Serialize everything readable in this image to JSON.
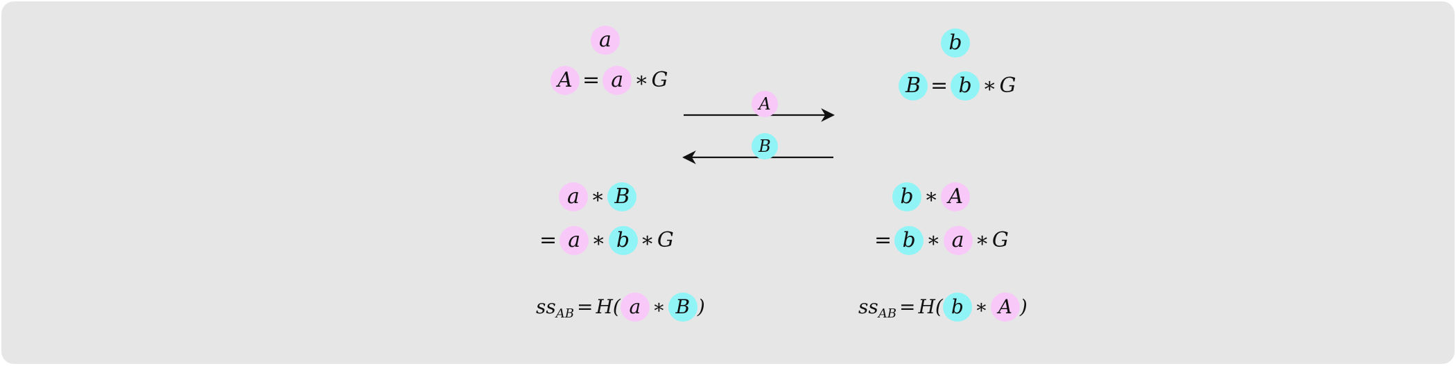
{
  "colors": {
    "panel": "#e6e6e6",
    "alice": "#f8c8f8",
    "bob": "#90f4f6",
    "stroke": "#111111"
  },
  "alice": {
    "secret": "a",
    "public_lhs": "A",
    "public_eq": "=",
    "public_rhs_a": "a",
    "public_rhs_op": "∗",
    "public_rhs_g": "G",
    "combine_a": "a",
    "combine_op": "∗",
    "combine_b": "B",
    "expand_eq": "=",
    "expand_a": "a",
    "expand_op1": "∗",
    "expand_b": "b",
    "expand_op2": "∗",
    "expand_g": "G",
    "ss_lhs": "ss",
    "ss_sub": "AB",
    "ss_eq": "=",
    "ss_h": "H(",
    "ss_a": "a",
    "ss_op": "∗",
    "ss_b": "B",
    "ss_close": ")"
  },
  "bob": {
    "secret": "b",
    "public_lhs": "B",
    "public_eq": "=",
    "public_rhs_b": "b",
    "public_rhs_op": "∗",
    "public_rhs_g": "G",
    "combine_b": "b",
    "combine_op": "∗",
    "combine_a": "A",
    "expand_eq": "=",
    "expand_b": "b",
    "expand_op1": "∗",
    "expand_a": "a",
    "expand_op2": "∗",
    "expand_g": "G",
    "ss_lhs": "ss",
    "ss_sub": "AB",
    "ss_eq": "=",
    "ss_h": "H(",
    "ss_b": "b",
    "ss_op": "∗",
    "ss_a": "A",
    "ss_close": ")"
  },
  "exchange": {
    "to_bob_label": "A",
    "to_alice_label": "B"
  }
}
